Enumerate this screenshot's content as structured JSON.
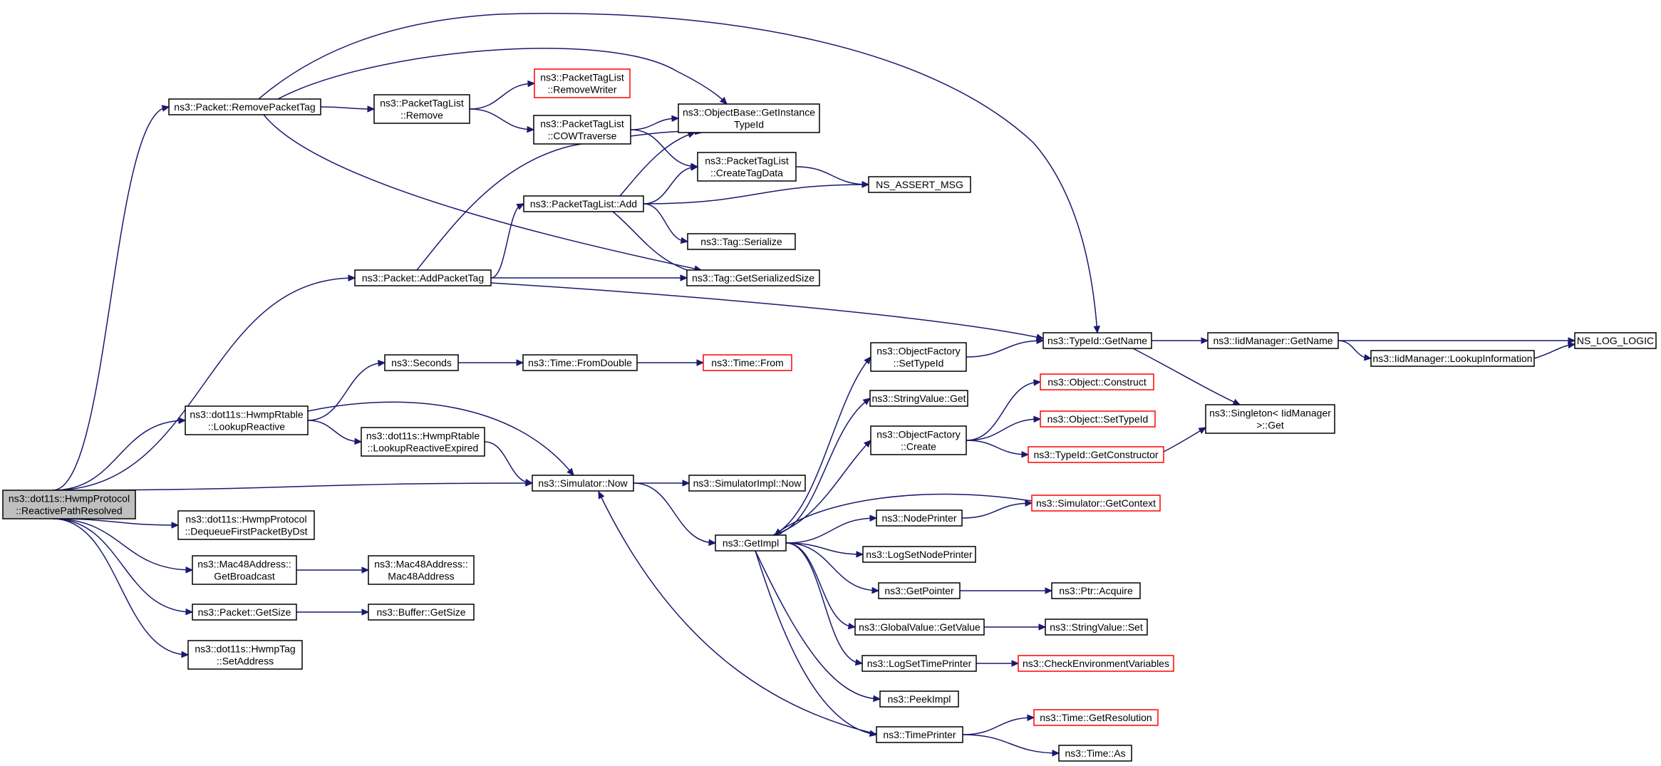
{
  "colors": {
    "edge": "#191970",
    "node_border": "#000000",
    "node_border_truncated": "#ff0000",
    "root_fill": "#bfbfbf",
    "node_fill": "#ffffff"
  },
  "nodes": {
    "root": {
      "lines": [
        "ns3::dot11s::HwmpProtocol",
        "::ReactivePathResolved"
      ],
      "style": "root"
    },
    "removePacketTag": {
      "lines": [
        "ns3::Packet::RemovePacketTag"
      ]
    },
    "addPacketTag": {
      "lines": [
        "ns3::Packet::AddPacketTag"
      ]
    },
    "lookupReactive": {
      "lines": [
        "ns3::dot11s::HwmpRtable",
        "::LookupReactive"
      ]
    },
    "dequeue": {
      "lines": [
        "ns3::dot11s::HwmpProtocol",
        "::DequeueFirstPacketByDst"
      ]
    },
    "getBroadcast": {
      "lines": [
        "ns3::Mac48Address::",
        "GetBroadcast"
      ]
    },
    "packetGetSize": {
      "lines": [
        "ns3::Packet::GetSize"
      ]
    },
    "setAddress": {
      "lines": [
        "ns3::dot11s::HwmpTag",
        "::SetAddress"
      ]
    },
    "ptlRemove": {
      "lines": [
        "ns3::PacketTagList",
        "::Remove"
      ]
    },
    "removeWriter": {
      "lines": [
        "ns3::PacketTagList",
        "::RemoveWriter"
      ],
      "style": "truncated"
    },
    "cowTraverse": {
      "lines": [
        "ns3::PacketTagList",
        "::COWTraverse"
      ]
    },
    "getInstanceTypeId": {
      "lines": [
        "ns3::ObjectBase::GetInstance",
        "TypeId"
      ]
    },
    "createTagData": {
      "lines": [
        "ns3::PacketTagList",
        "::CreateTagData"
      ]
    },
    "ptlAdd": {
      "lines": [
        "ns3::PacketTagList::Add"
      ]
    },
    "nsAssertMsg": {
      "lines": [
        "NS_ASSERT_MSG"
      ]
    },
    "tagSerialize": {
      "lines": [
        "ns3::Tag::Serialize"
      ]
    },
    "tagGetSerializedSize": {
      "lines": [
        "ns3::Tag::GetSerializedSize"
      ]
    },
    "seconds": {
      "lines": [
        "ns3::Seconds"
      ]
    },
    "fromDouble": {
      "lines": [
        "ns3::Time::FromDouble"
      ]
    },
    "timeFrom": {
      "lines": [
        "ns3::Time::From"
      ],
      "style": "truncated"
    },
    "lookupReactiveExpired": {
      "lines": [
        "ns3::dot11s::HwmpRtable",
        "::LookupReactiveExpired"
      ]
    },
    "simulatorNow": {
      "lines": [
        "ns3::Simulator::Now"
      ]
    },
    "simulatorImplNow": {
      "lines": [
        "ns3::SimulatorImpl::Now"
      ]
    },
    "getImpl": {
      "lines": [
        "ns3::GetImpl"
      ]
    },
    "ofSetTypeId": {
      "lines": [
        "ns3::ObjectFactory",
        "::SetTypeId"
      ]
    },
    "stringValueGet": {
      "lines": [
        "ns3::StringValue::Get"
      ]
    },
    "ofCreate": {
      "lines": [
        "ns3::ObjectFactory",
        "::Create"
      ]
    },
    "nodePrinter": {
      "lines": [
        "ns3::NodePrinter"
      ]
    },
    "logSetNodePrinter": {
      "lines": [
        "ns3::LogSetNodePrinter"
      ]
    },
    "getPointer": {
      "lines": [
        "ns3::GetPointer"
      ]
    },
    "globalValueGetValue": {
      "lines": [
        "ns3::GlobalValue::GetValue"
      ]
    },
    "logSetTimePrinter": {
      "lines": [
        "ns3::LogSetTimePrinter"
      ]
    },
    "peekImpl": {
      "lines": [
        "ns3::PeekImpl"
      ]
    },
    "timePrinter": {
      "lines": [
        "ns3::TimePrinter"
      ]
    },
    "typeIdGetName": {
      "lines": [
        "ns3::TypeId::GetName"
      ]
    },
    "objectConstruct": {
      "lines": [
        "ns3::Object::Construct"
      ],
      "style": "truncated"
    },
    "objectSetTypeId": {
      "lines": [
        "ns3::Object::SetTypeId"
      ],
      "style": "truncated"
    },
    "typeIdGetConstructor": {
      "lines": [
        "ns3::TypeId::GetConstructor"
      ],
      "style": "truncated"
    },
    "simulatorGetContext": {
      "lines": [
        "ns3::Simulator::GetContext"
      ],
      "style": "truncated"
    },
    "ptrAcquire": {
      "lines": [
        "ns3::Ptr::Acquire"
      ]
    },
    "stringValueSet": {
      "lines": [
        "ns3::StringValue::Set"
      ]
    },
    "checkEnvVars": {
      "lines": [
        "ns3::CheckEnvironmentVariables"
      ],
      "style": "truncated"
    },
    "timeGetResolution": {
      "lines": [
        "ns3::Time::GetResolution"
      ],
      "style": "truncated"
    },
    "timeAs": {
      "lines": [
        "ns3::Time::As"
      ]
    },
    "iidGetName": {
      "lines": [
        "ns3::IidManager::GetName"
      ]
    },
    "singletonGet": {
      "lines": [
        "ns3::Singleton< IidManager",
        " >::Get"
      ]
    },
    "iidLookup": {
      "lines": [
        "ns3::IidManager::LookupInformation"
      ]
    },
    "nsLogLogic": {
      "lines": [
        "NS_LOG_LOGIC"
      ]
    }
  },
  "edges": [
    [
      "root",
      "removePacketTag"
    ],
    [
      "root",
      "addPacketTag"
    ],
    [
      "root",
      "lookupReactive"
    ],
    [
      "root",
      "simulatorNow"
    ],
    [
      "root",
      "dequeue"
    ],
    [
      "root",
      "getBroadcast"
    ],
    [
      "root",
      "packetGetSize"
    ],
    [
      "root",
      "setAddress"
    ],
    [
      "removePacketTag",
      "ptlRemove"
    ],
    [
      "removePacketTag",
      "getInstanceTypeId"
    ],
    [
      "removePacketTag",
      "typeIdGetName"
    ],
    [
      "removePacketTag",
      "tagGetSerializedSize"
    ],
    [
      "ptlRemove",
      "removeWriter"
    ],
    [
      "ptlRemove",
      "cowTraverse"
    ],
    [
      "cowTraverse",
      "getInstanceTypeId"
    ],
    [
      "cowTraverse",
      "createTagData"
    ],
    [
      "createTagData",
      "nsAssertMsg"
    ],
    [
      "ptlAdd",
      "getInstanceTypeId"
    ],
    [
      "ptlAdd",
      "createTagData"
    ],
    [
      "ptlAdd",
      "nsAssertMsg"
    ],
    [
      "ptlAdd",
      "tagSerialize"
    ],
    [
      "ptlAdd",
      "tagGetSerializedSize"
    ],
    [
      "addPacketTag",
      "ptlAdd"
    ],
    [
      "addPacketTag",
      "getInstanceTypeId"
    ],
    [
      "addPacketTag",
      "tagGetSerializedSize"
    ],
    [
      "addPacketTag",
      "typeIdGetName"
    ],
    [
      "lookupReactive",
      "seconds"
    ],
    [
      "lookupReactive",
      "lookupReactiveExpired"
    ],
    [
      "lookupReactive",
      "simulatorNow"
    ],
    [
      "seconds",
      "fromDouble"
    ],
    [
      "fromDouble",
      "timeFrom"
    ],
    [
      "lookupReactiveExpired",
      "simulatorNow"
    ],
    [
      "simulatorNow",
      "simulatorImplNow"
    ],
    [
      "simulatorNow",
      "getImpl"
    ],
    [
      "getBroadcast",
      "mac48Ctor"
    ],
    [
      "packetGetSize",
      "bufferGetSize"
    ],
    [
      "getImpl",
      "ofSetTypeId"
    ],
    [
      "getImpl",
      "stringValueGet"
    ],
    [
      "getImpl",
      "ofCreate"
    ],
    [
      "getImpl",
      "nodePrinter"
    ],
    [
      "getImpl",
      "logSetNodePrinter"
    ],
    [
      "getImpl",
      "getPointer"
    ],
    [
      "getImpl",
      "globalValueGetValue"
    ],
    [
      "getImpl",
      "logSetTimePrinter"
    ],
    [
      "getImpl",
      "peekImpl"
    ],
    [
      "getImpl",
      "timePrinter"
    ],
    [
      "ofSetTypeId",
      "typeIdGetName"
    ],
    [
      "ofCreate",
      "objectConstruct"
    ],
    [
      "ofCreate",
      "objectSetTypeId"
    ],
    [
      "ofCreate",
      "typeIdGetConstructor"
    ],
    [
      "typeIdGetConstructor",
      "singletonGet"
    ],
    [
      "nodePrinter",
      "simulatorGetContext"
    ],
    [
      "simulatorGetContext",
      "getImpl"
    ],
    [
      "getPointer",
      "ptrAcquire"
    ],
    [
      "globalValueGetValue",
      "stringValueSet"
    ],
    [
      "logSetTimePrinter",
      "checkEnvVars"
    ],
    [
      "timePrinter",
      "timeGetResolution"
    ],
    [
      "timePrinter",
      "timeAs"
    ],
    [
      "timePrinter",
      "simulatorNow"
    ],
    [
      "typeIdGetName",
      "iidGetName"
    ],
    [
      "typeIdGetName",
      "singletonGet"
    ],
    [
      "iidGetName",
      "iidLookup"
    ],
    [
      "iidGetName",
      "nsLogLogic"
    ],
    [
      "iidLookup",
      "nsLogLogic"
    ]
  ],
  "extra_nodes": {
    "mac48Ctor": {
      "lines": [
        "ns3::Mac48Address::",
        "Mac48Address"
      ]
    },
    "bufferGetSize": {
      "lines": [
        "ns3::Buffer::GetSize"
      ]
    }
  }
}
